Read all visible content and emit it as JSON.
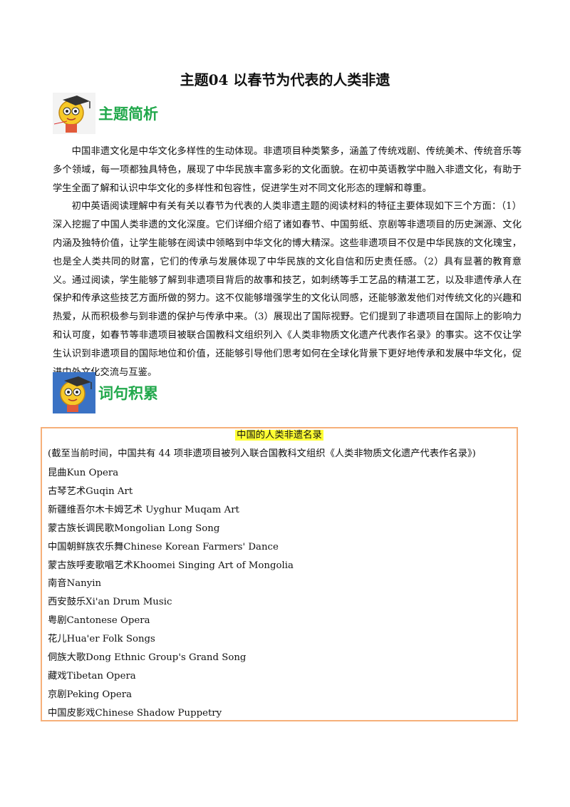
{
  "title": "主题04  以春节为代表的人类非遗",
  "sections": {
    "analysis_label": "主题简析",
    "vocab_label": "词句积累"
  },
  "analysis_paragraphs": [
    "中国非遗文化是中华文化多样性的生动体现。非遗项目种类繁多，涵盖了传统戏剧、传统美术、传统音乐等多个领域，每一项都独具特色，展现了中华民族丰富多彩的文化面貌。在初中英语教学中融入非遗文化，有助于学生全面了解和认识中华文化的多样性和包容性，促进学生对不同文化形态的理解和尊重。",
    "初中英语阅读理解中有关有关以春节为代表的人类非遗主题的阅读材料的特征主要体现如下三个方面：（1）深入挖掘了中国人类非遗的文化深度。它们详细介绍了诸如春节、中国剪纸、京剧等非遗项目的历史渊源、文化内涵及独特价值，让学生能够在阅读中领略到中华文化的博大精深。这些非遗项目不仅是中华民族的文化瑰宝，也是全人类共同的财富，它们的传承与发展体现了中华民族的文化自信和历史责任感。（2）具有显著的教育意义。通过阅读，学生能够了解到非遗项目背后的故事和技艺，如刺绣等手工艺品的精湛工艺，以及非遗传承人在保护和传承这些技艺方面所做的努力。这不仅能够增强学生的文化认同感，还能够激发他们对传统文化的兴趣和热爱，从而积极参与到非遗的保护与传承中来。（3）展现出了国际视野。它们提到了非遗项目在国际上的影响力和认可度，如春节等非遗项目被联合国教科文组织列入《人类非物质文化遗产代表作名录》的事实。这不仅让学生认识到非遗项目的国际地位和价值，还能够引导他们思考如何在全球化背景下更好地传承和发展中华文化，促进中外文化交流与互鉴。"
  ],
  "box": {
    "title": "中国的人类非遗名录",
    "note": "(截至当前时间，中国共有 44 项非遗项目被列入联合国教科文组织《人类非物质文化遗产代表作名录》)",
    "items": [
      "昆曲Kun Opera",
      "古琴艺术Guqin Art",
      "新疆维吾尔木卡姆艺术 Uyghur Muqam Art",
      "蒙古族长调民歌Mongolian Long Song",
      "中国朝鲜族农乐舞Chinese Korean Farmers' Dance",
      "蒙古族呼麦歌唱艺术Khoomei Singing Art of Mongolia",
      "南音Nanyin",
      "西安鼓乐Xi'an Drum Music",
      "粤剧Cantonese Opera",
      "花儿Hua'er Folk Songs",
      "侗族大歌Dong Ethnic Group's Grand Song",
      "藏戏Tibetan Opera",
      "京剧Peking Opera",
      "中国皮影戏Chinese Shadow Puppetry"
    ]
  },
  "colors": {
    "heading_green": "#21a84b",
    "box_border": "#f6b07a",
    "highlight": "#ffff33"
  },
  "icons": [
    "mascot-scholar-icon"
  ]
}
